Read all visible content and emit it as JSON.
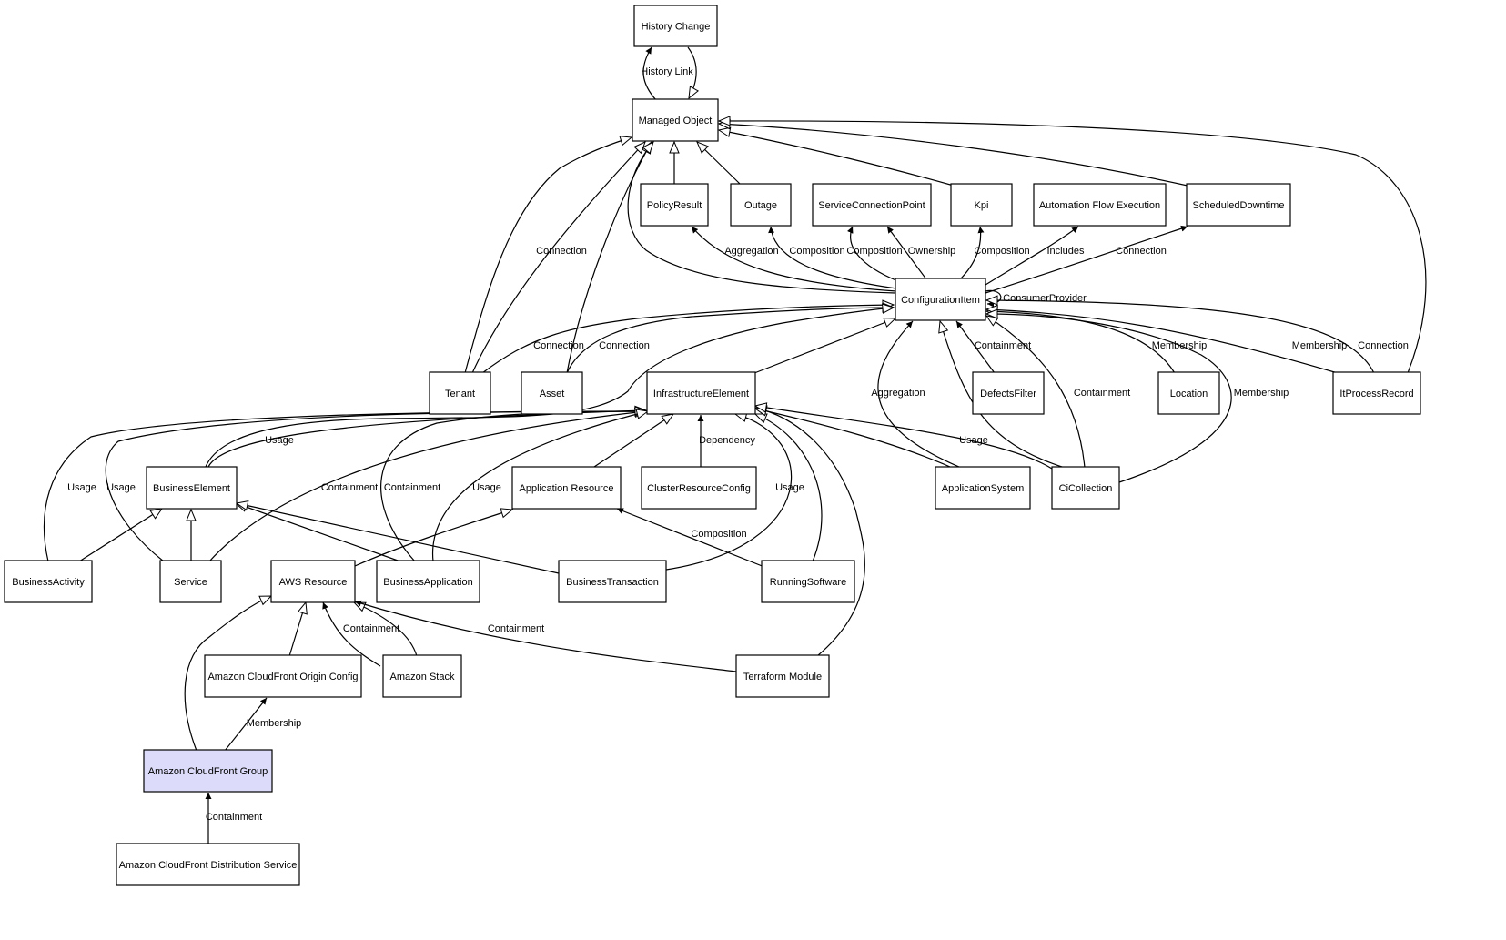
{
  "diagram": {
    "type": "uml-class-relationship-graph",
    "highlight_color": "#dcdcfa",
    "nodes": [
      {
        "id": "history",
        "label": "History Change"
      },
      {
        "id": "managed",
        "label": "Managed Object"
      },
      {
        "id": "policy",
        "label": "PolicyResult"
      },
      {
        "id": "outage",
        "label": "Outage"
      },
      {
        "id": "scp",
        "label": "ServiceConnectionPoint"
      },
      {
        "id": "kpi",
        "label": "Kpi"
      },
      {
        "id": "afe",
        "label": "Automation Flow Execution"
      },
      {
        "id": "sched",
        "label": "ScheduledDowntime"
      },
      {
        "id": "ci",
        "label": "ConfigurationItem"
      },
      {
        "id": "tenant",
        "label": "Tenant"
      },
      {
        "id": "asset",
        "label": "Asset"
      },
      {
        "id": "infra",
        "label": "InfrastructureElement"
      },
      {
        "id": "defects",
        "label": "DefectsFilter"
      },
      {
        "id": "location",
        "label": "Location"
      },
      {
        "id": "itpr",
        "label": "ItProcessRecord"
      },
      {
        "id": "be",
        "label": "BusinessElement"
      },
      {
        "id": "appres",
        "label": "Application Resource"
      },
      {
        "id": "crc",
        "label": "ClusterResourceConfig"
      },
      {
        "id": "appsys",
        "label": "ApplicationSystem"
      },
      {
        "id": "cicoll",
        "label": "CiCollection"
      },
      {
        "id": "ba",
        "label": "BusinessActivity"
      },
      {
        "id": "service",
        "label": "Service"
      },
      {
        "id": "aws",
        "label": "AWS Resource"
      },
      {
        "id": "bapp",
        "label": "BusinessApplication"
      },
      {
        "id": "bt",
        "label": "BusinessTransaction"
      },
      {
        "id": "rs",
        "label": "RunningSoftware"
      },
      {
        "id": "cfoc",
        "label": "Amazon CloudFront Origin Config"
      },
      {
        "id": "stack",
        "label": "Amazon Stack"
      },
      {
        "id": "tf",
        "label": "Terraform Module"
      },
      {
        "id": "cfg",
        "label": "Amazon CloudFront Group",
        "highlight": true
      },
      {
        "id": "cfds",
        "label": "Amazon CloudFront Distribution Service"
      }
    ],
    "edge_labels": [
      "History Link",
      "Connection",
      "Aggregation",
      "Composition",
      "Composition",
      "Ownership",
      "Composition",
      "Includes",
      "Connection",
      "ConsumerProvider",
      "Connection",
      "Connection",
      "Containment",
      "Membership",
      "Membership",
      "Connection",
      "Aggregation",
      "Containment",
      "Membership",
      "Usage",
      "Dependency",
      "Usage",
      "Usage",
      "Usage",
      "Containment",
      "Containment",
      "Usage",
      "Usage",
      "Composition",
      "Containment",
      "Containment",
      "Membership",
      "Containment"
    ]
  }
}
